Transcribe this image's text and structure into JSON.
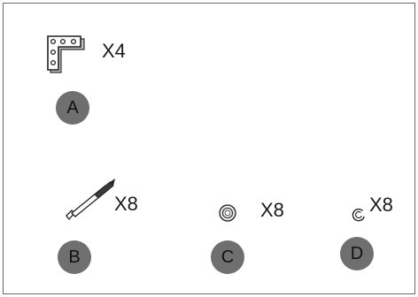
{
  "parts": [
    {
      "id": "A",
      "label": "A",
      "quantity": "X4",
      "icon": "corner-bracket-icon"
    },
    {
      "id": "B",
      "label": "B",
      "quantity": "X8",
      "icon": "screw-icon"
    },
    {
      "id": "C",
      "label": "C",
      "quantity": "X8",
      "icon": "washer-icon"
    },
    {
      "id": "D",
      "label": "D",
      "quantity": "X8",
      "icon": "split-lock-washer-icon"
    }
  ],
  "colors": {
    "badge": "#6f6f6f",
    "outline": "#333333",
    "border": "#6a6a6a"
  }
}
